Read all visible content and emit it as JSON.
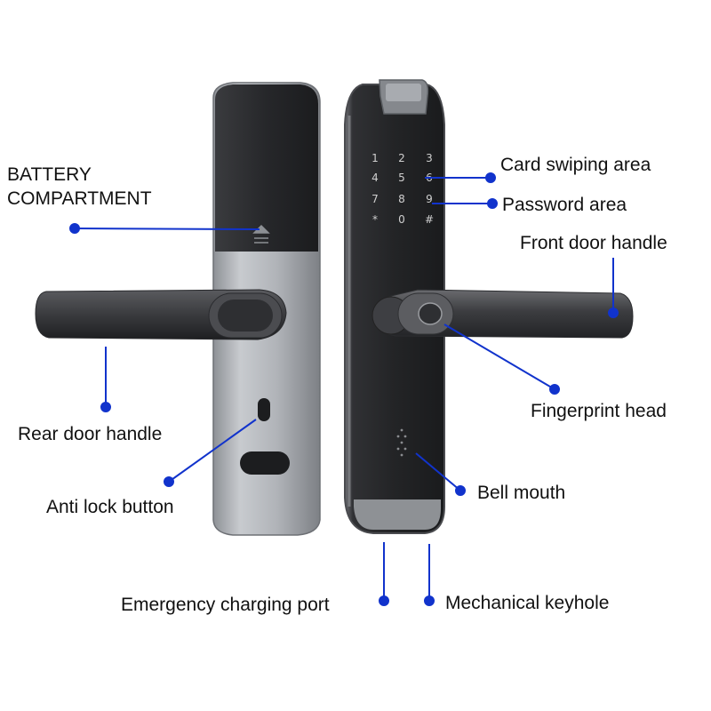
{
  "labels": {
    "battery_line1": "BATTERY",
    "battery_line2": "COMPARTMENT",
    "card": "Card swiping area",
    "password": "Password area",
    "front_handle": "Front door handle",
    "rear_handle": "Rear door handle",
    "fingerprint": "Fingerprint head",
    "anti_lock": "Anti lock button",
    "bell_mouth": "Bell mouth",
    "charging_port": "Emergency charging port",
    "keyhole": "Mechanical keyhole"
  },
  "keypad": [
    "1",
    "2",
    "3",
    "4",
    "5",
    "6",
    "7",
    "8",
    "9",
    "*",
    "0",
    "#"
  ],
  "colors": {
    "leader": "#1133cc",
    "panel_black": "#2a2a2c",
    "panel_silver": "#b9bcc0",
    "handle_dark": "#38393c",
    "key_text": "#d0d0d0"
  }
}
